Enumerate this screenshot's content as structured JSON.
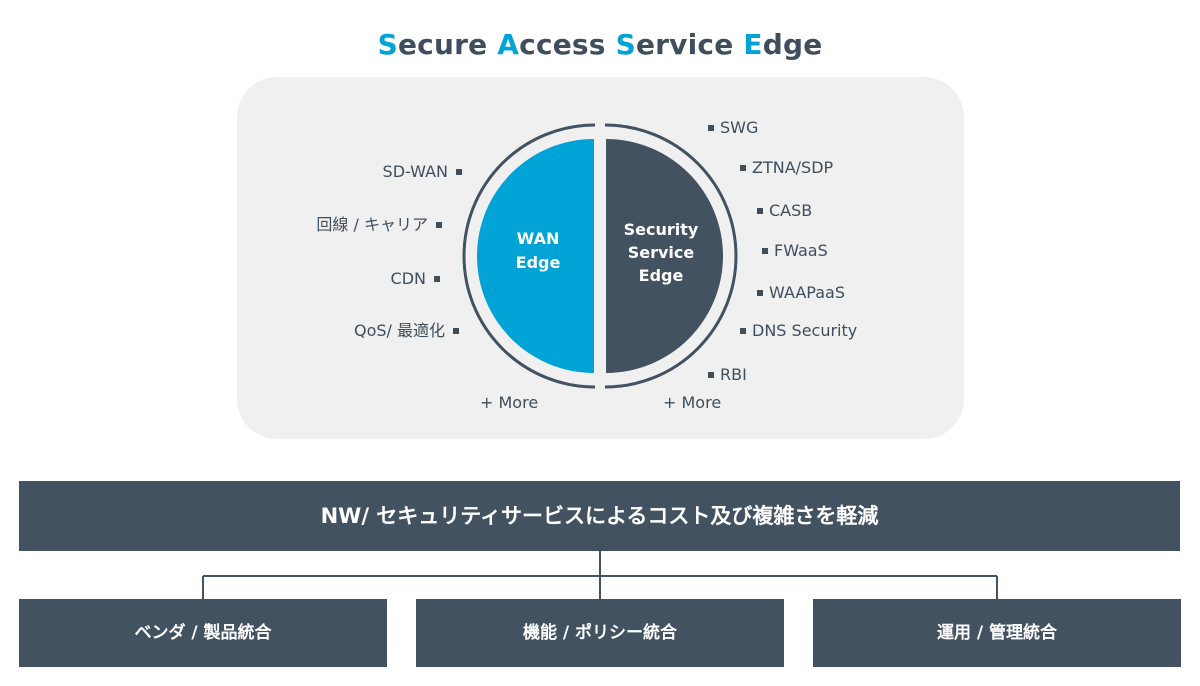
{
  "title": {
    "parts": [
      {
        "accent": "S",
        "rest": "ecure "
      },
      {
        "accent": "A",
        "rest": "ccess "
      },
      {
        "accent": "S",
        "rest": "ervice "
      },
      {
        "accent": "E",
        "rest": "dge"
      }
    ]
  },
  "colors": {
    "accent": "#00a3d6",
    "dark": "#425261",
    "panel": "#f0f0f0"
  },
  "wan": {
    "label_line1": "WAN",
    "label_line2": "Edge",
    "items": [
      "SD-WAN",
      "回線 / キャリア",
      "CDN",
      "QoS/ 最適化"
    ],
    "more": "+ More"
  },
  "sse": {
    "label_line1": "Security",
    "label_line2": "Service",
    "label_line3": "Edge",
    "items": [
      "SWG",
      "ZTNA/SDP",
      "CASB",
      "FWaaS",
      "WAAPaaS",
      "DNS Security",
      "RBI"
    ],
    "more": "+ More"
  },
  "benefit": "NW/ セキュリティサービスによるコスト及び複雑さを軽減",
  "sub_benefits": [
    "ベンダ / 製品統合",
    "機能 / ポリシー統合",
    "運用 / 管理統合"
  ]
}
